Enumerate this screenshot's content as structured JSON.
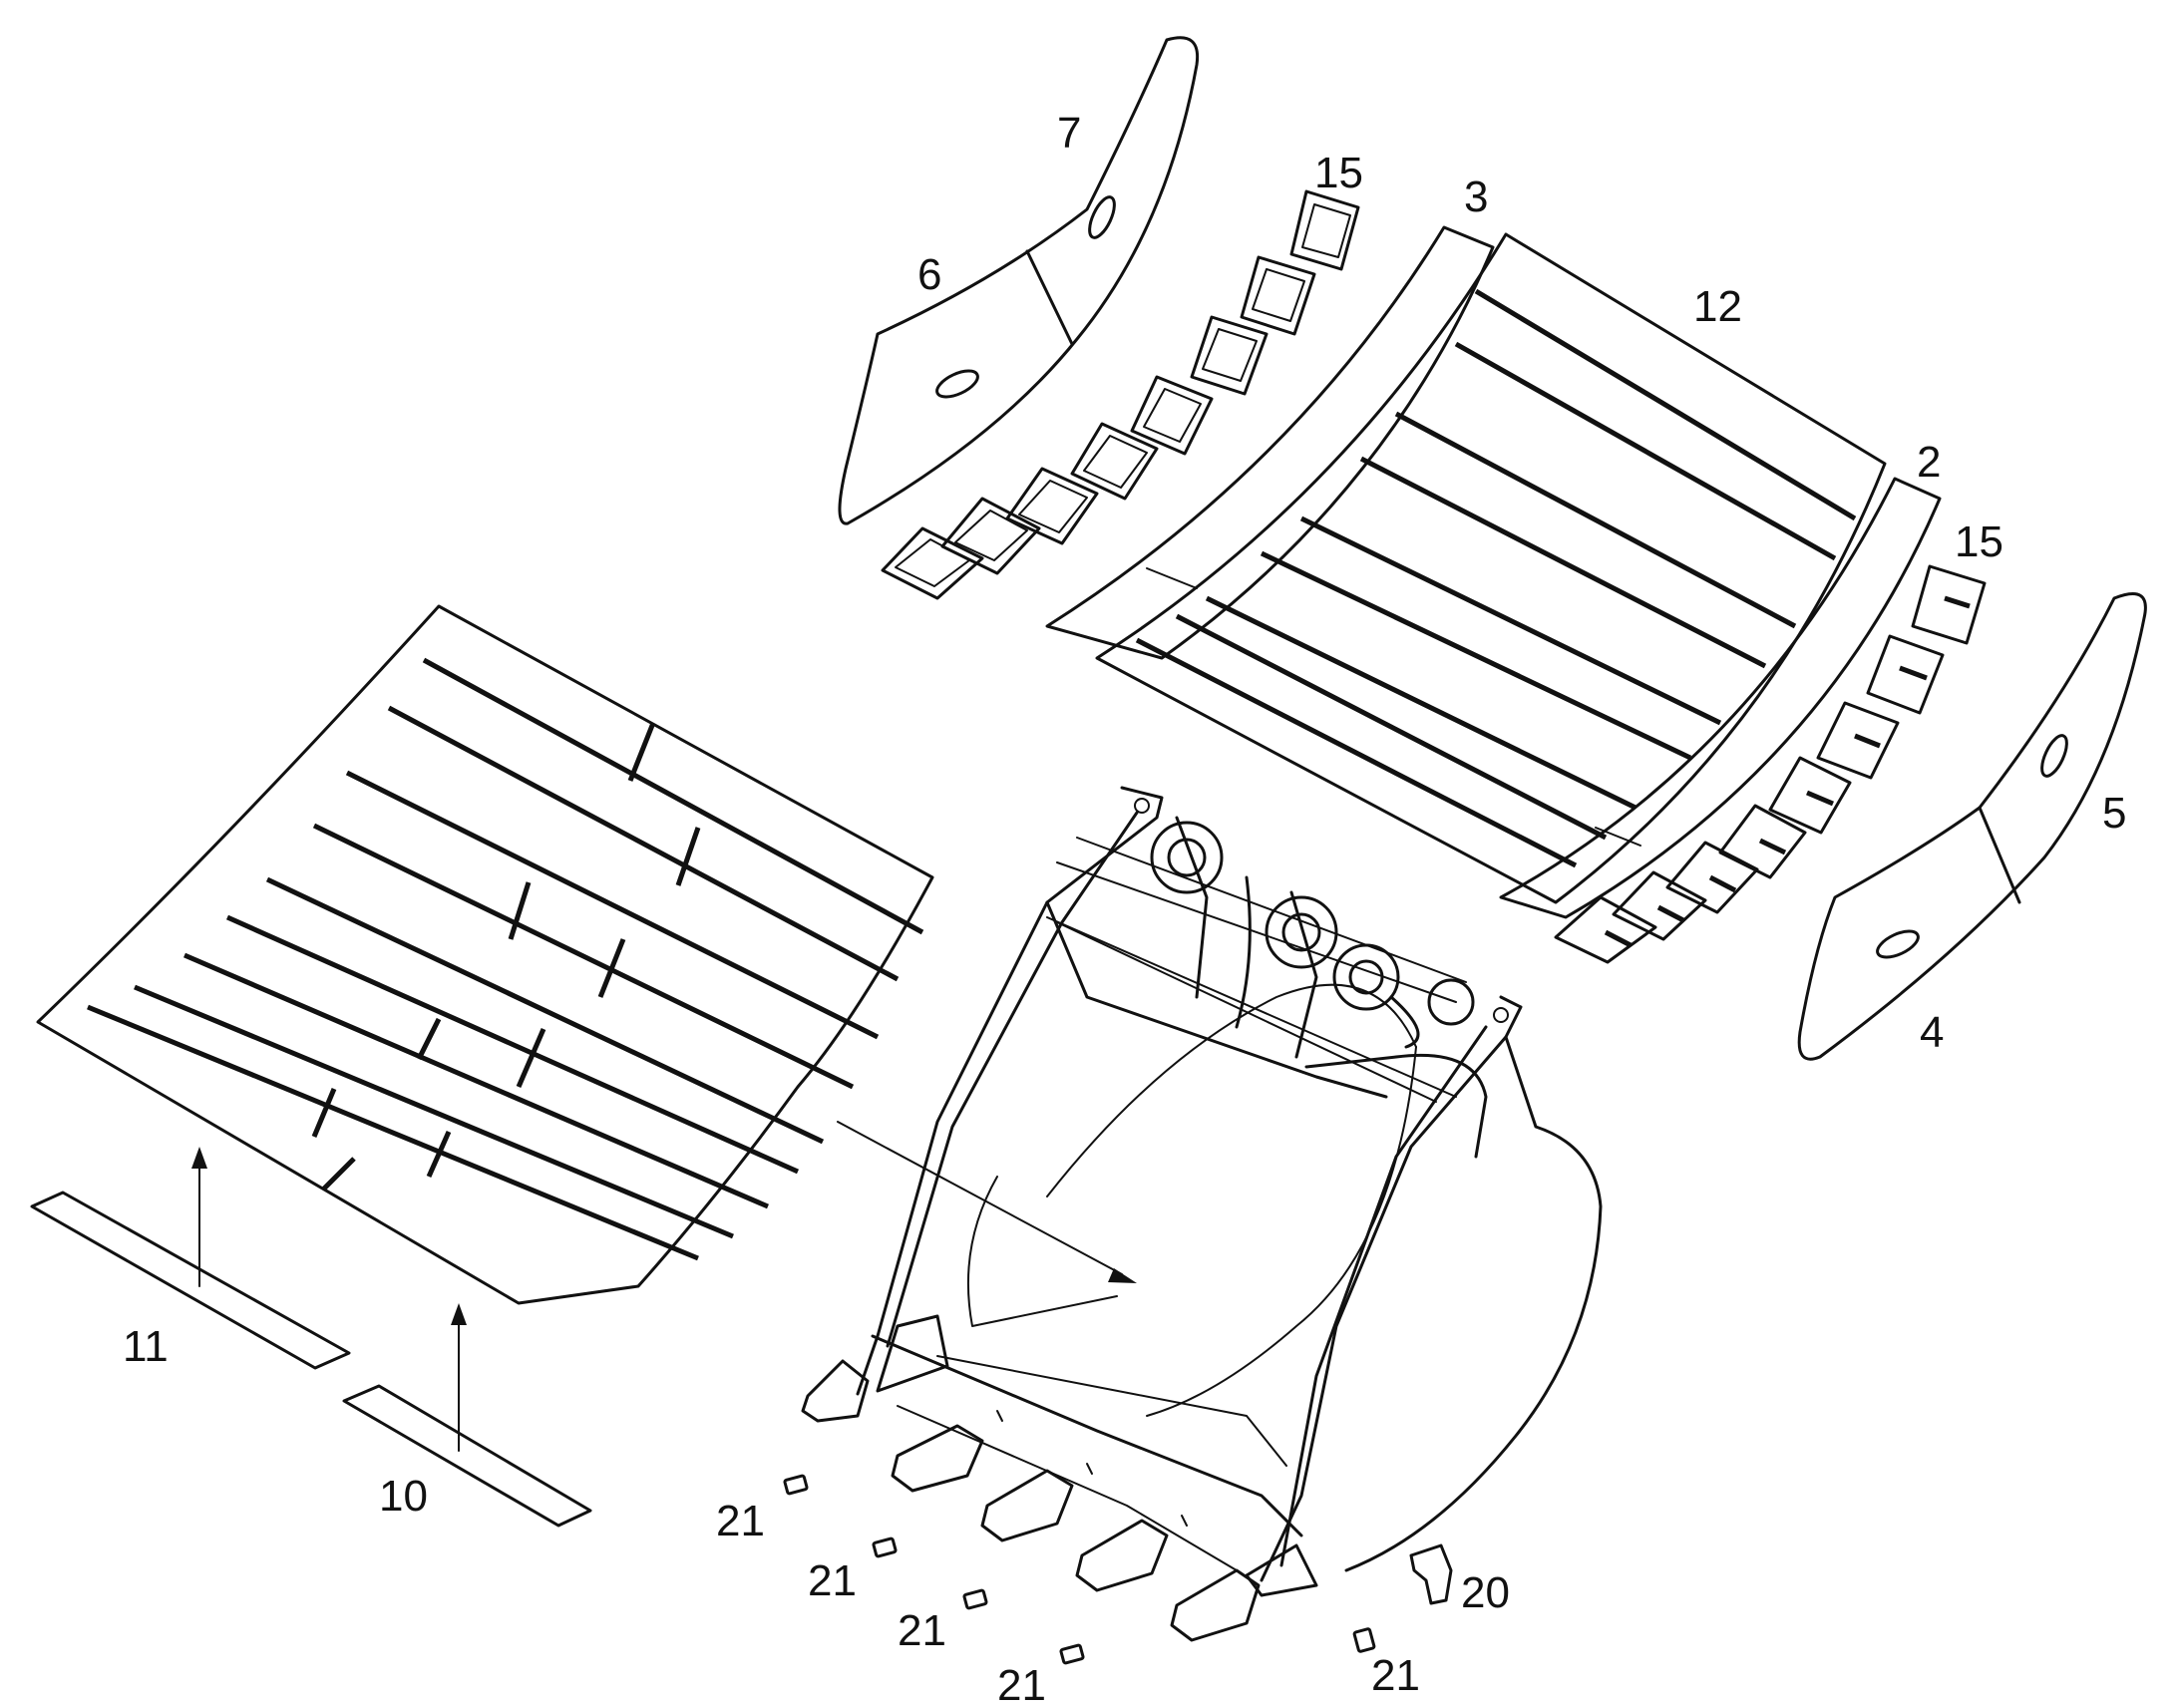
{
  "diagram": {
    "type": "exploded-parts-view",
    "callouts": {
      "c2": "2",
      "c3": "3",
      "c4": "4",
      "c5": "5",
      "c6": "6",
      "c7": "7",
      "c10": "10",
      "c11": "11",
      "c12": "12",
      "c15a": "15",
      "c15b": "15",
      "c20": "20",
      "c21a": "21",
      "c21b": "21",
      "c21c": "21",
      "c21d": "21",
      "c21e": "21"
    }
  }
}
